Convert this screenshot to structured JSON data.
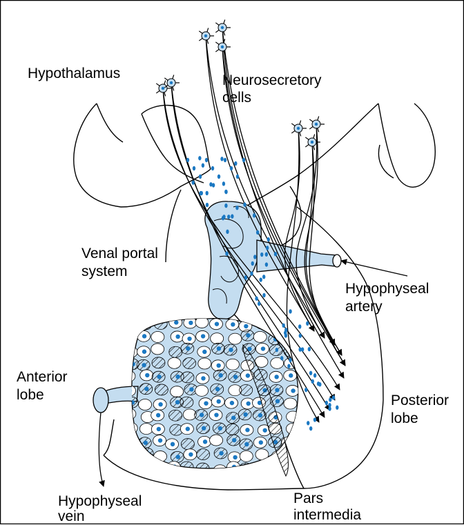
{
  "labels": {
    "hypothalamus": "Hypothalamus",
    "neurosecretory_1": "Neurosecretory",
    "neurosecretory_2": "cells",
    "venal_portal_1": "Venal portal",
    "venal_portal_2": "system",
    "hyp_artery_1": "Hypophyseal",
    "hyp_artery_2": "artery",
    "anterior_1": "Anterior",
    "anterior_2": "lobe",
    "posterior_1": "Posterior",
    "posterior_2": "lobe",
    "hyp_vein_1": "Hypophyseal",
    "hyp_vein_2": "vein",
    "pars_1": "Pars",
    "pars_2": "intermedia"
  },
  "colors": {
    "blood": "#c4ddf0",
    "nucleus": "#1b78c2",
    "outline": "#000000"
  }
}
